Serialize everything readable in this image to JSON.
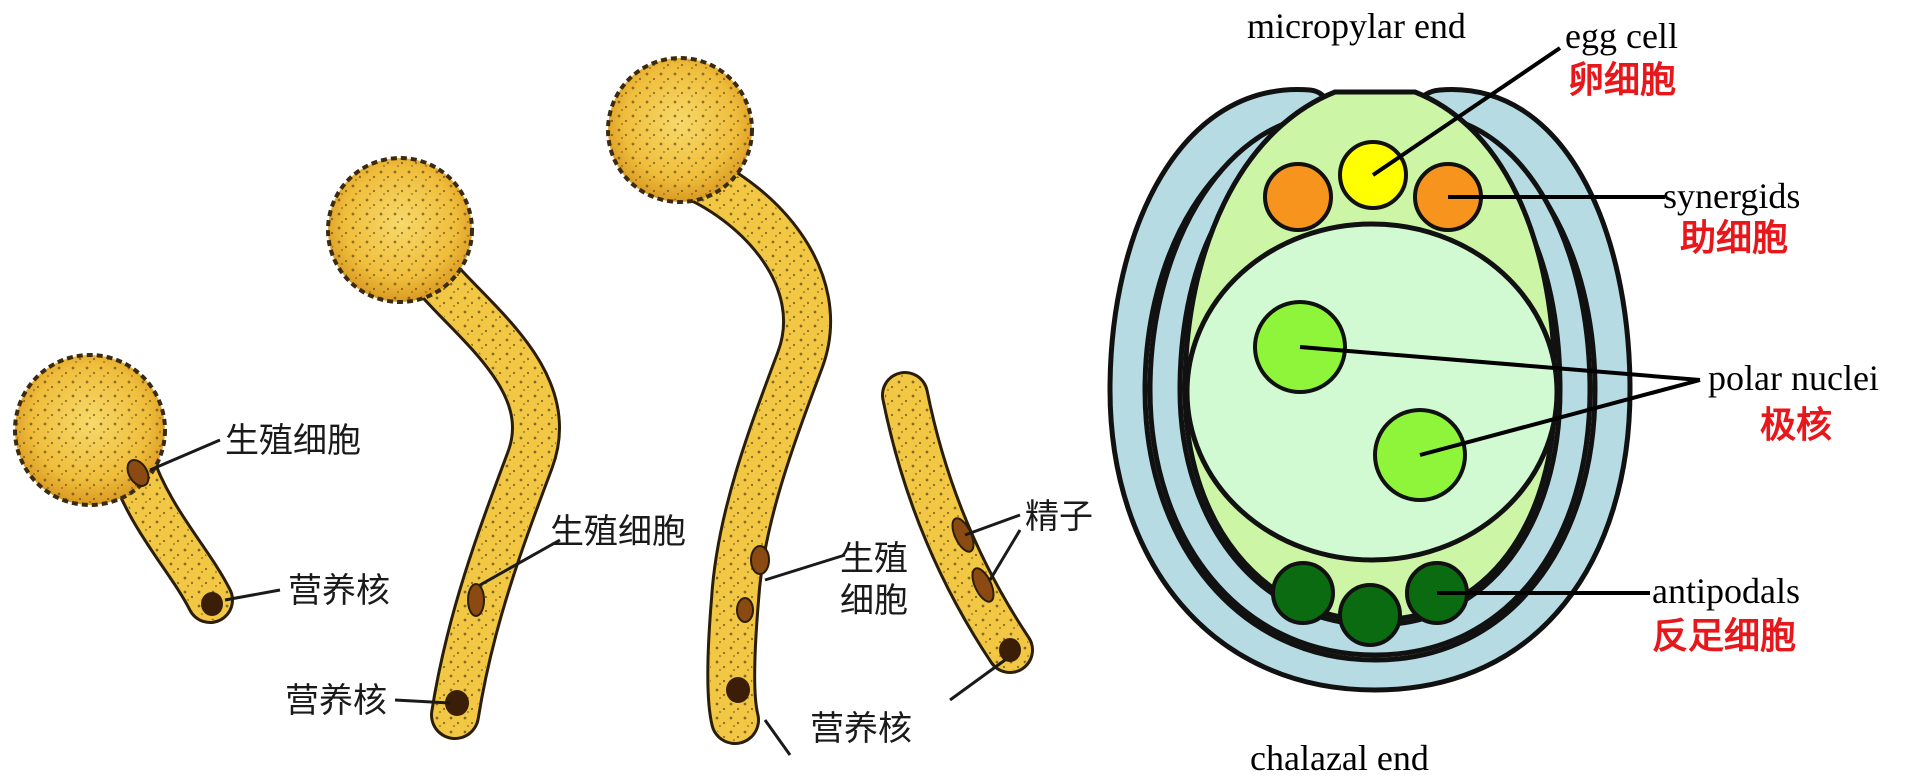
{
  "pollen_labels": {
    "generative_cell_1": "生殖细胞",
    "vegetative_nucleus_1": "营养核",
    "generative_cell_2": "生殖细胞",
    "vegetative_nucleus_2": "营养核",
    "generative_cell_3_line1": "生殖",
    "generative_cell_3_line2": "细胞",
    "vegetative_nucleus_3": "营养核",
    "sperm": "精子"
  },
  "embryo_sac": {
    "micropylar_end": "micropylar end",
    "chalazal_end": "chalazal end",
    "egg_cell_en": "egg cell",
    "egg_cell_cn": "卵细胞",
    "synergids_en": "synergids",
    "synergids_cn": "助细胞",
    "polar_nuclei_en": "polar nuclei",
    "polar_nuclei_cn": "极核",
    "antipodals_en": "antipodals",
    "antipodals_cn": "反足细胞"
  },
  "colors": {
    "integument": "#b6dbe2",
    "sac": "#ccf5a6",
    "central_cell": "#d2fad2",
    "egg": "#ffff00",
    "synergid": "#f7941d",
    "polar": "#8ef53a",
    "antipodal": "#0a6b10",
    "pollen": "#f2c744",
    "red_label": "#e8171b"
  }
}
